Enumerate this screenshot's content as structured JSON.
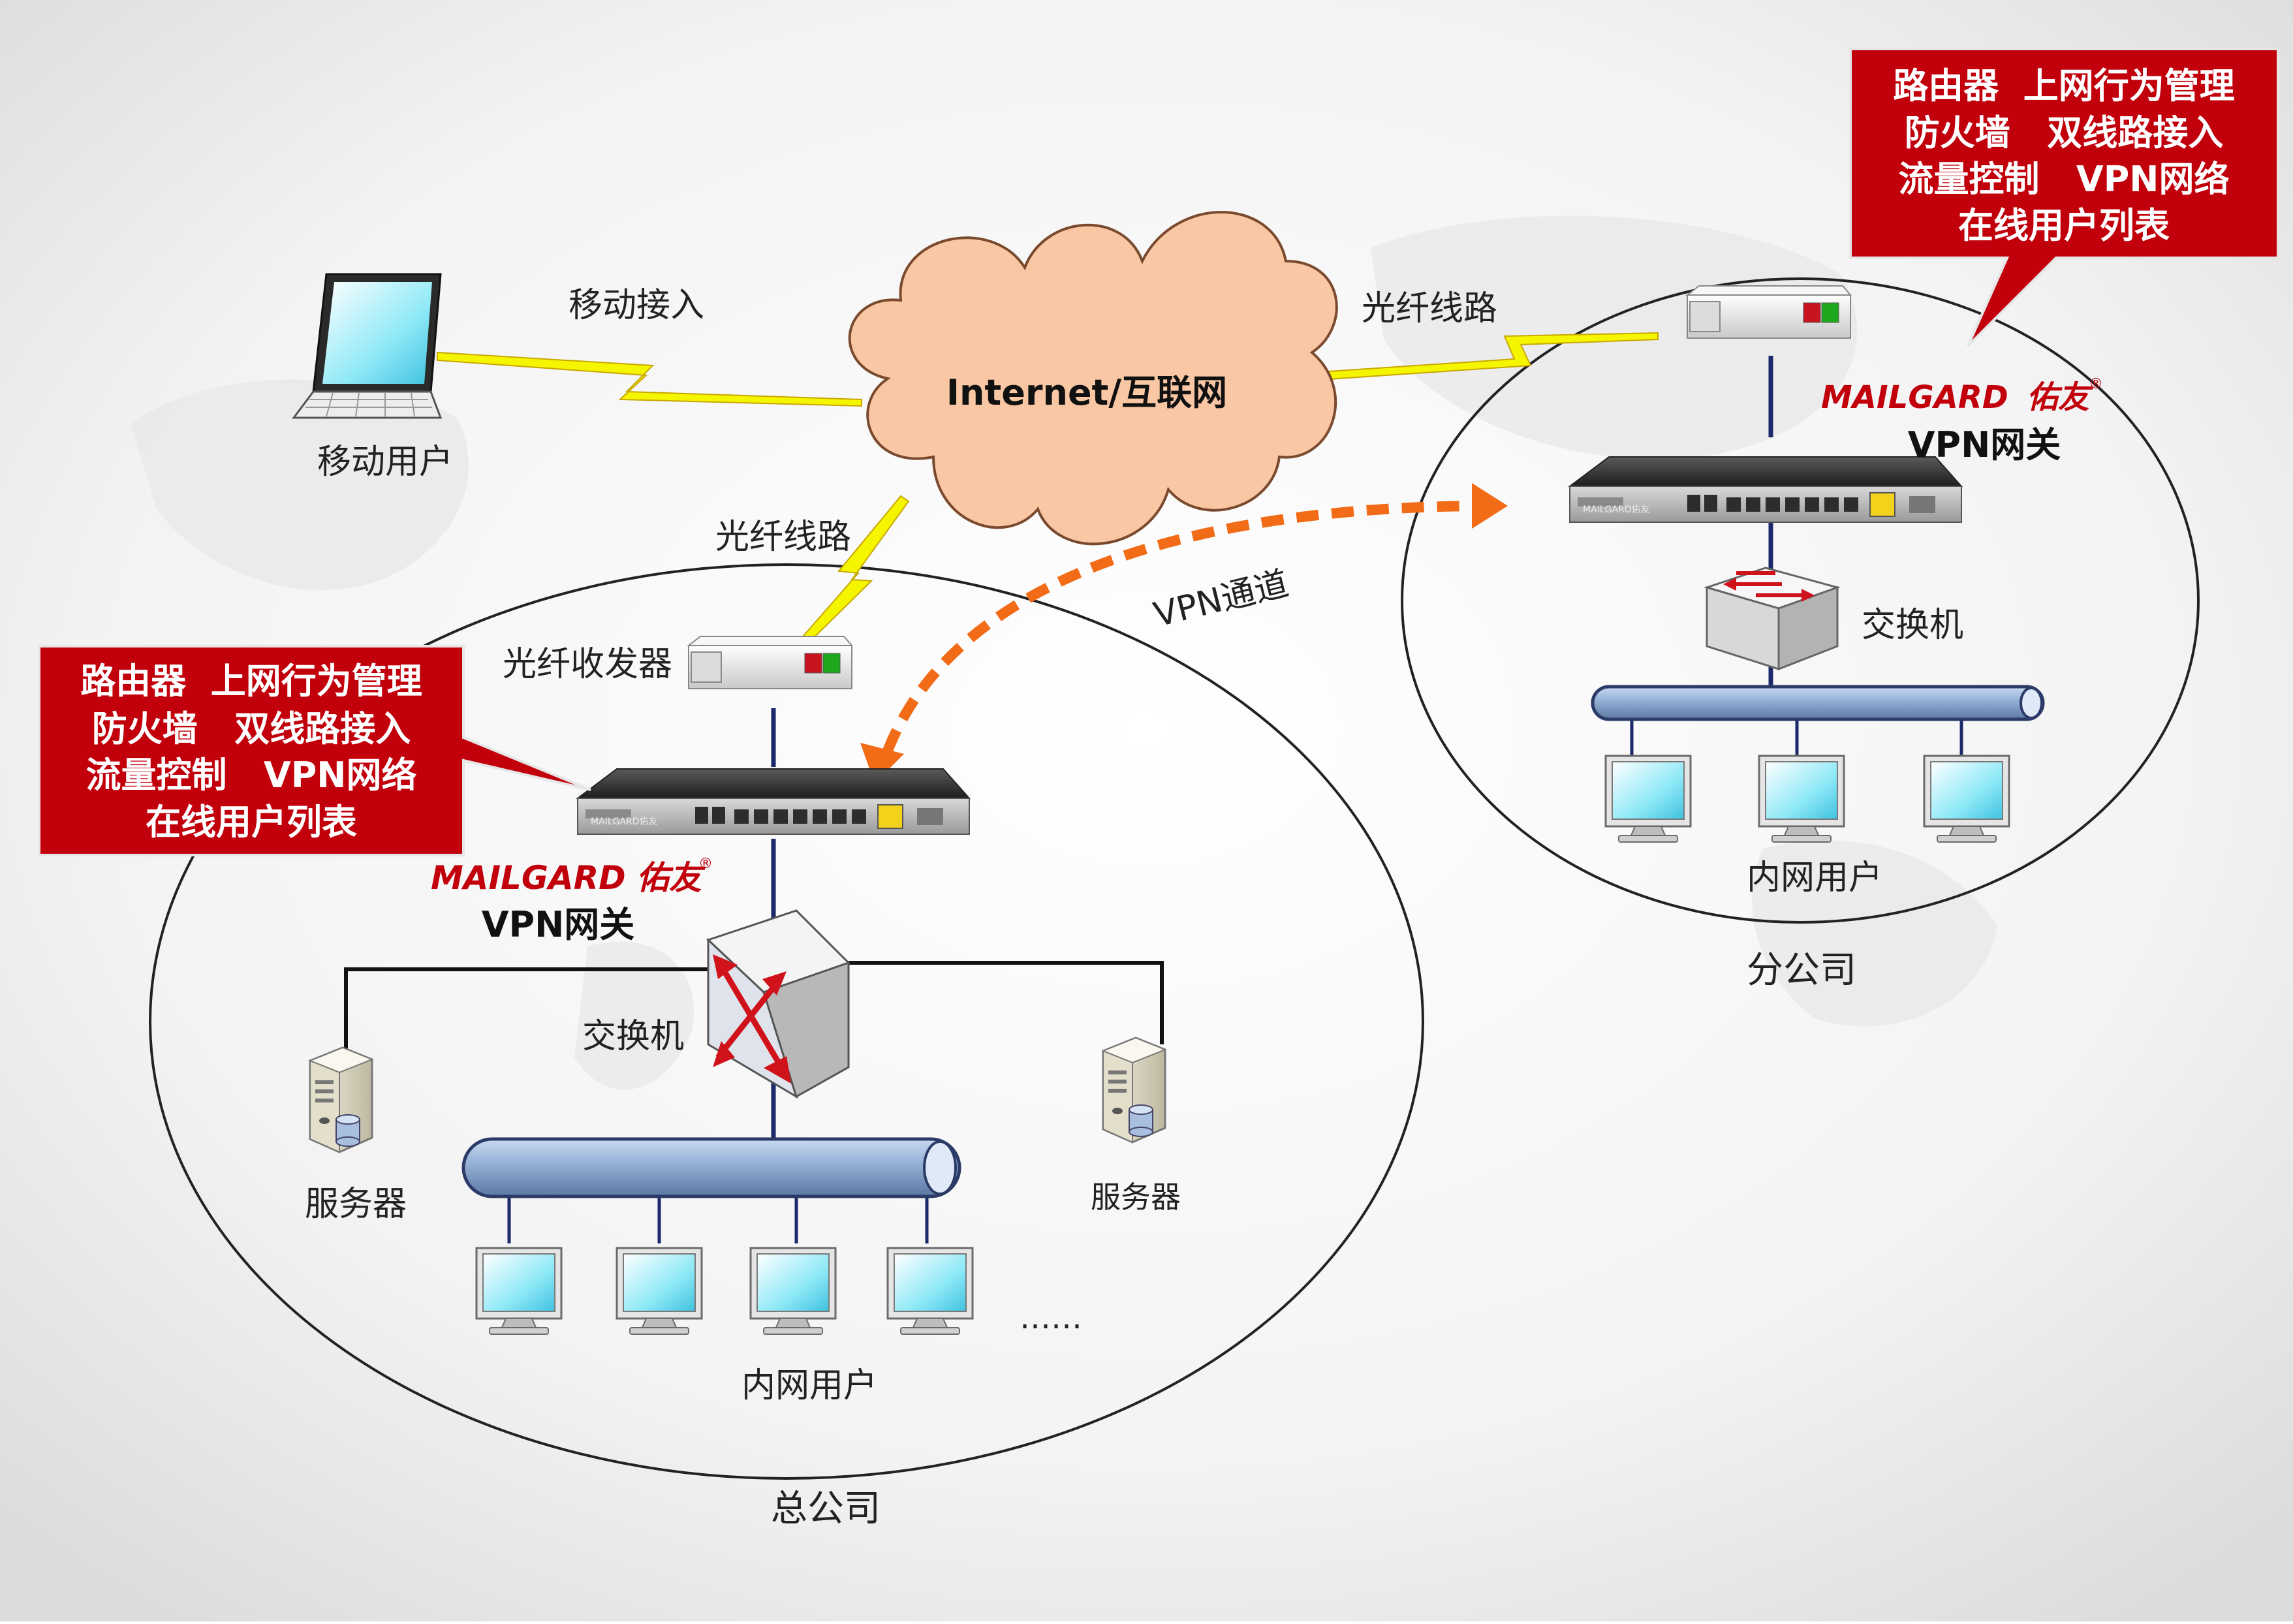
{
  "cloud_label": "Internet/互联网",
  "mobile_user_label": "移动用户",
  "mobile_access_label": "移动接入",
  "fiber_line_hq": "光纤线路",
  "fiber_line_branch": "光纤线路",
  "fiber_transceiver_label": "光纤收发器",
  "vpn_tunnel_label": "VPN通道",
  "features_hq": [
    "路由器  上网行为管理",
    "防火墙   双线路接入",
    "流量控制   VPN网络",
    "在线用户列表"
  ],
  "features_branch": [
    "路由器  上网行为管理",
    "防火墙   双线路接入",
    "流量控制   VPN网络",
    "在线用户列表"
  ],
  "brand_name": "MAILGARD",
  "brand_cn": "佑友",
  "brand_reg": "®",
  "device_brand_small": "MAILGARD佑友",
  "hq_gateway_label": "VPN网关",
  "branch_gateway_label": "VPN网关",
  "hq_switch_label": "交换机",
  "branch_switch_label": "交换机",
  "server_left_label": "服务器",
  "server_right_label": "服务器",
  "hq_intranet_label": "内网用户",
  "branch_intranet_label": "内网用户",
  "ellipsis": "……",
  "hq_label": "总公司",
  "branch_label": "分公司",
  "colors": {
    "callout": "#c1000b",
    "cloud": "#f9c7a4",
    "tunnel": "#f26b17",
    "lightning": "#f5f500"
  }
}
